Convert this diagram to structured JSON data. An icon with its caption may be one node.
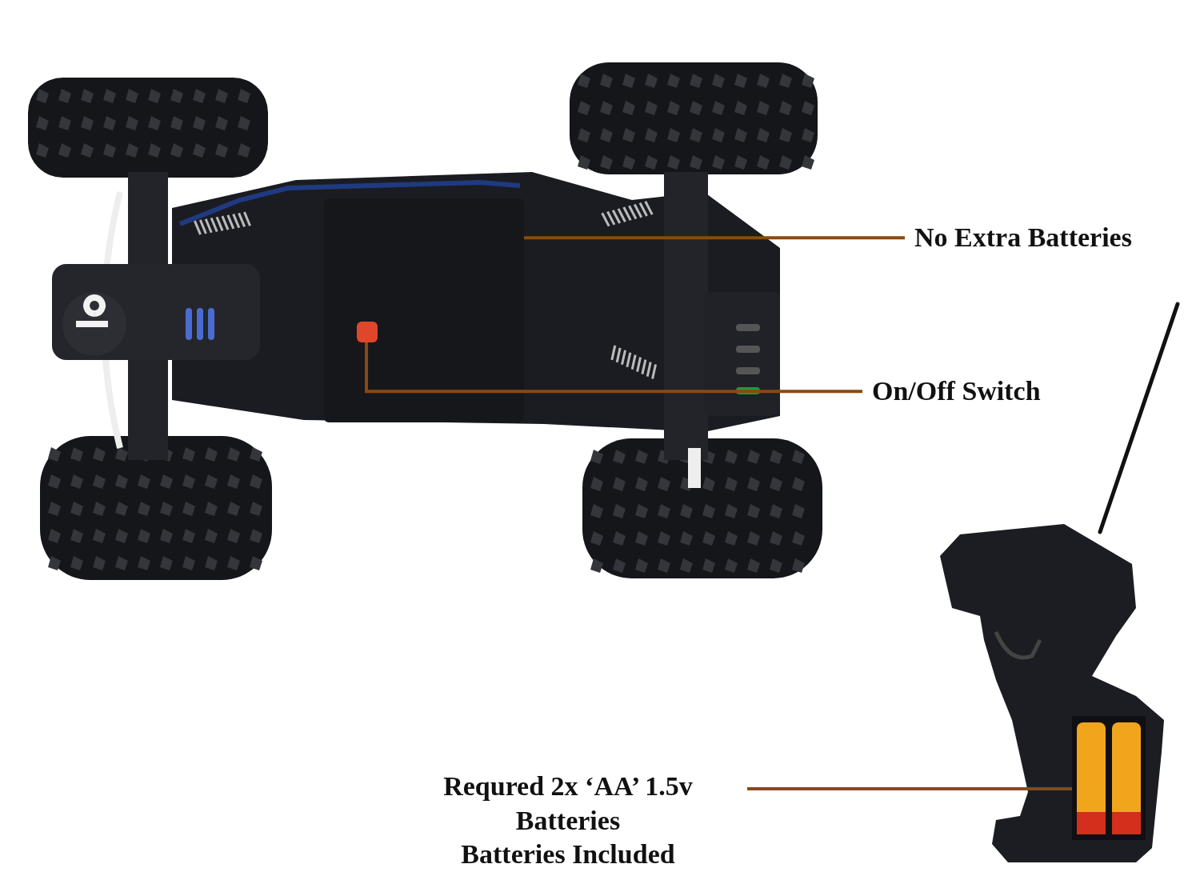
{
  "diagram": {
    "nodes": [
      {
        "text": [
          "No Extra Batteries"
        ]
      },
      {
        "text": [],
        "shape": "box"
      },
      {
        "text": [
          "On/Off Switch"
        ]
      },
      {
        "text": [],
        "shape": "box",
        "in": 1
      },
      {
        "text": [
          "Requred 2x ‘AA’ 1.5v Batteries",
          "Batteries Included"
        ]
      },
      {
        "text": [],
        "shape": "picture"
      }
    ],
    "edges": [
      {
        "from": 0,
        "to": 1,
        "arrow": "none"
      },
      {
        "from": 2,
        "to": 3,
        "arrow": "none"
      },
      {
        "from": 4,
        "to": 5,
        "arrow": "none"
      }
    ]
  }
}
